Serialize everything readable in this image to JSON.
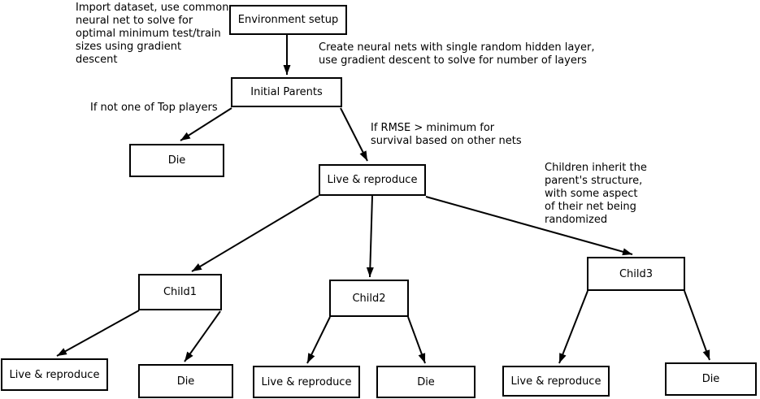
{
  "diagram": {
    "type": "flowchart",
    "colors": {
      "background": "#ffffff",
      "node_fill": "#ffffff",
      "node_border": "#000000",
      "edge": "#000000",
      "text": "#000000"
    },
    "nodes": {
      "environment_setup": {
        "label": "Environment setup"
      },
      "initial_parents": {
        "label": "Initial Parents"
      },
      "die_top": {
        "label": "Die"
      },
      "live_reproduce_main": {
        "label": "Live & reproduce"
      },
      "child1": {
        "label": "Child1"
      },
      "child2": {
        "label": "Child2"
      },
      "child3": {
        "label": "Child3"
      },
      "live_reproduce_child1": {
        "label": "Live & reproduce"
      },
      "die_child1": {
        "label": "Die"
      },
      "live_reproduce_child2": {
        "label": "Live & reproduce"
      },
      "die_child2": {
        "label": "Die"
      },
      "live_reproduce_child3": {
        "label": "Live & reproduce"
      },
      "die_child3": {
        "label": "Die"
      }
    },
    "annotations": {
      "import_dataset": {
        "text": "Import dataset, use common\nneural net to solve for\noptimal minimum test/train\nsizes using gradient\ndescent"
      },
      "create_nets": {
        "text": "Create neural nets with single random hidden layer,\nuse gradient descent to solve for number of layers"
      },
      "not_top_players": {
        "text": "If not one of Top players"
      },
      "rmse_condition": {
        "text": "If RMSE > minimum for\nsurvival based on other nets"
      },
      "children_inherit": {
        "text": "Children inherit the\nparent's structure,\nwith some aspect\nof their net being\nrandomized"
      }
    },
    "edges": [
      {
        "from": "environment_setup",
        "to": "initial_parents"
      },
      {
        "from": "initial_parents",
        "to": "die_top"
      },
      {
        "from": "initial_parents",
        "to": "live_reproduce_main"
      },
      {
        "from": "live_reproduce_main",
        "to": "child1"
      },
      {
        "from": "live_reproduce_main",
        "to": "child2"
      },
      {
        "from": "live_reproduce_main",
        "to": "child3"
      },
      {
        "from": "child1",
        "to": "live_reproduce_child1"
      },
      {
        "from": "child1",
        "to": "die_child1"
      },
      {
        "from": "child2",
        "to": "live_reproduce_child2"
      },
      {
        "from": "child2",
        "to": "die_child2"
      },
      {
        "from": "child3",
        "to": "live_reproduce_child3"
      },
      {
        "from": "child3",
        "to": "die_child3"
      }
    ]
  }
}
